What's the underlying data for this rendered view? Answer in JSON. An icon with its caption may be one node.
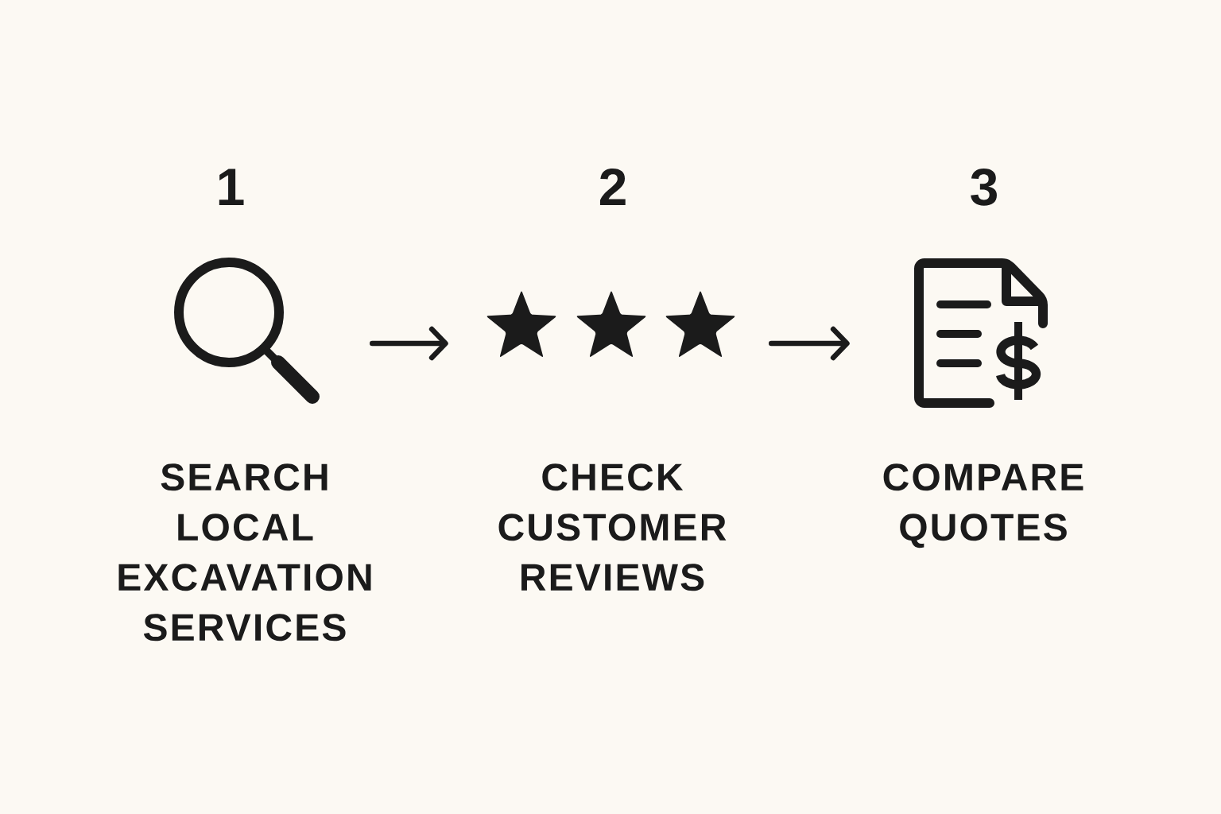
{
  "diagram": {
    "nodes": [
      {
        "text": [],
        "shape": "picture",
        "beside": [
          "1",
          "SEARCH LOCAL EXCAVATION SERVICES"
        ]
      },
      {
        "text": [],
        "shape": "picture",
        "beside": [
          "2",
          "CHECK CUSTOMER REVIEWS"
        ]
      },
      {
        "text": [],
        "shape": "picture",
        "beside": [
          "3",
          "COMPARE QUOTES"
        ]
      }
    ],
    "edges": [
      {
        "from": 0,
        "to": 1,
        "arrow": "to"
      },
      {
        "from": 1,
        "to": 2,
        "arrow": "to"
      }
    ]
  }
}
